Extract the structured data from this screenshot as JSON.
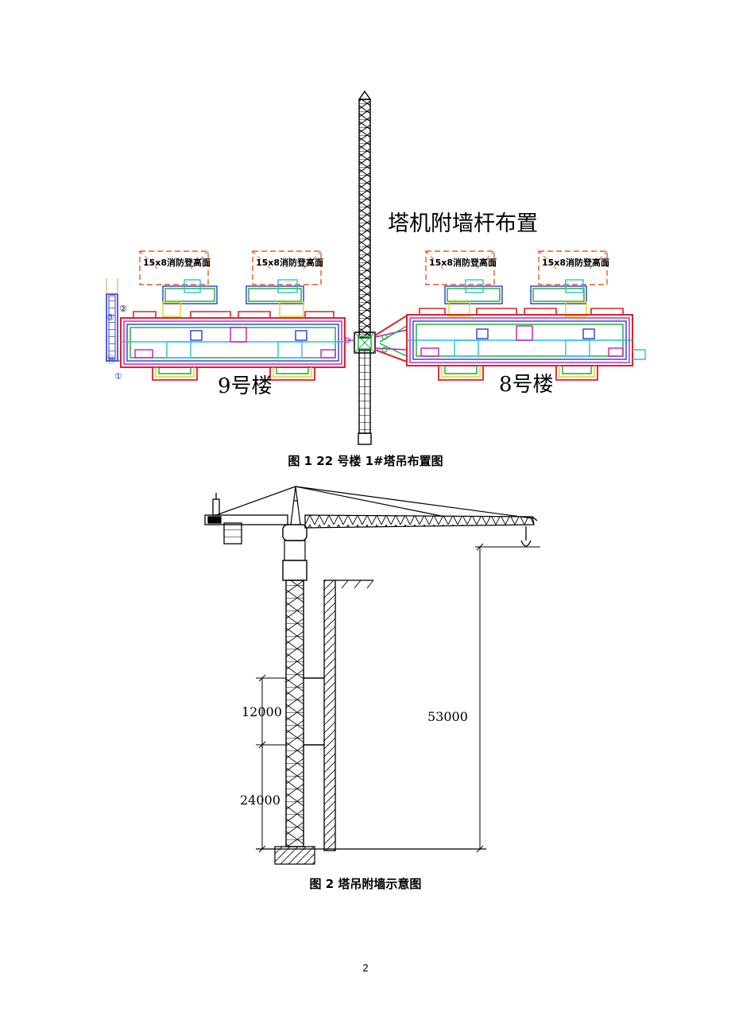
{
  "figure1": {
    "title": "塔机附墙杆布置",
    "building_left": "9号楼",
    "building_right": "8号楼",
    "room_labels": [
      "15x8消防登高面",
      "15x8消防登高面",
      "15x8消防登高面",
      "15x8消防登高面"
    ],
    "axis_marks": [
      "②",
      "③",
      "⑪",
      "①"
    ],
    "caption": "图 1    22 号楼 1#塔吊布置图"
  },
  "figure2": {
    "dimensions": [
      "12000",
      "24000",
      "53000"
    ],
    "caption": "图 2  塔吊附墙示意图"
  },
  "page_number": "2",
  "colors": {
    "crane": "#000000",
    "wall_red": "#e0202a",
    "wall_magenta": "#c01ac8",
    "wall_blue": "#2a3ad8",
    "wall_green": "#1aa83a",
    "wall_cyan": "#22c3d8",
    "wall_yellow": "#e8d21a",
    "dashed_orange": "#e85a1a"
  }
}
